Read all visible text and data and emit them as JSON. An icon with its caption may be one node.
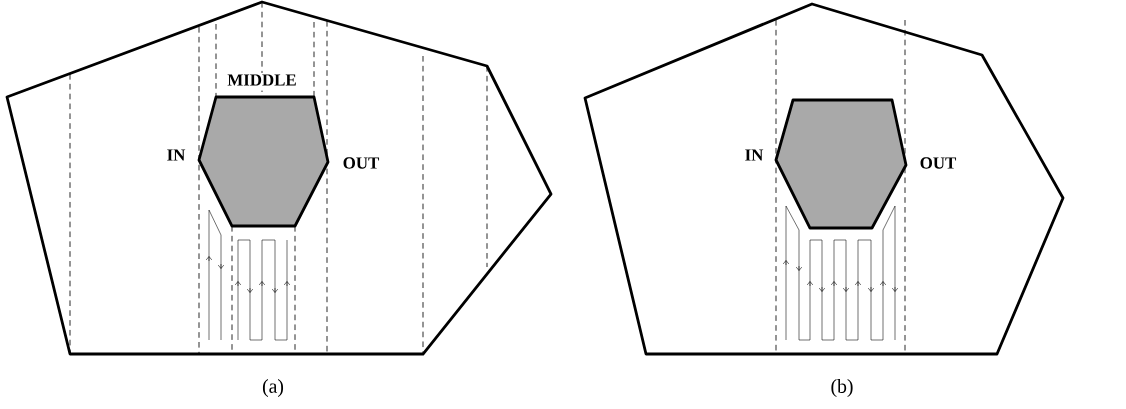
{
  "diagram": {
    "labels": [
      "MIDDLE",
      "IN",
      "OUT",
      "(a)",
      "IN",
      "OUT",
      "(b)"
    ]
  }
}
